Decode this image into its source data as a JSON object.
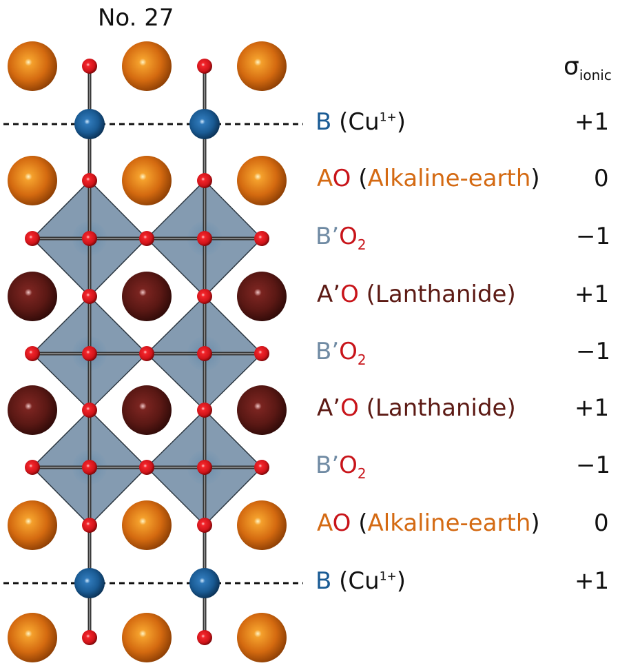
{
  "title": "No. 27",
  "sigma_symbol": "σ",
  "sigma_subscript": "ionic",
  "colors": {
    "B": "#1a5b94",
    "AO": "#d46a13",
    "BprimeO2": "#6f8aa3",
    "AprimeO": "#5c1a14",
    "oxygen": "#c8141a"
  },
  "layers": [
    {
      "kind": "B",
      "name": "B",
      "paren": "Cu",
      "sup": "1+",
      "sigma": "+1"
    },
    {
      "kind": "AO",
      "name": "A",
      "oxy": "O",
      "paren": "Alkaline-earth",
      "sigma": "0"
    },
    {
      "kind": "BO2",
      "name": "B’",
      "oxy": "O",
      "sub": "2",
      "sigma": "−1"
    },
    {
      "kind": "ApO",
      "name": "A’",
      "oxy": "O",
      "paren": "Lanthanide",
      "sigma": "+1"
    },
    {
      "kind": "BO2",
      "name": "B’",
      "oxy": "O",
      "sub": "2",
      "sigma": "−1"
    },
    {
      "kind": "ApO",
      "name": "A’",
      "oxy": "O",
      "paren": "Lanthanide",
      "sigma": "+1"
    },
    {
      "kind": "BO2",
      "name": "B’",
      "oxy": "O",
      "sub": "2",
      "sigma": "−1"
    },
    {
      "kind": "AO",
      "name": "A",
      "oxy": "O",
      "paren": "Alkaline-earth",
      "sigma": "0"
    },
    {
      "kind": "B",
      "name": "B",
      "paren": "Cu",
      "sup": "1+",
      "sigma": "+1"
    }
  ]
}
